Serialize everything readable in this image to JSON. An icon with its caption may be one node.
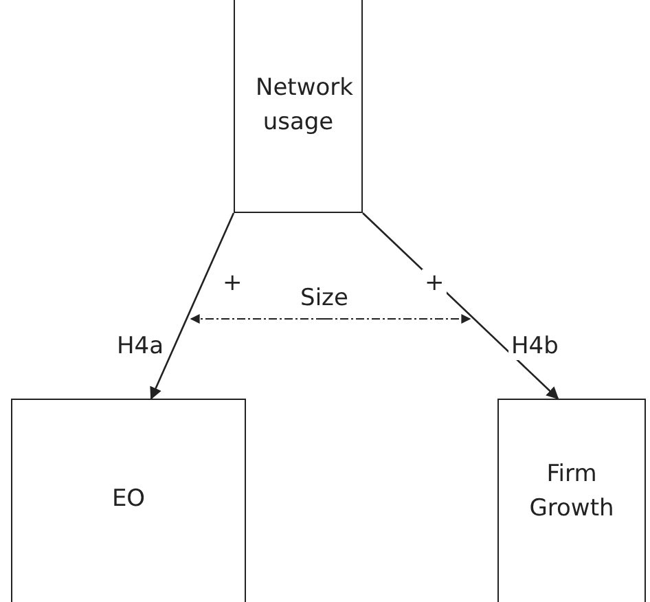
{
  "diagram": {
    "nodes": [
      {
        "text": [
          "Network usage"
        ]
      },
      {
        "text": [
          "EO"
        ]
      },
      {
        "text": [
          "Firm Growth"
        ]
      },
      {
        "text": [
          "Size"
        ]
      }
    ],
    "edges": [
      {
        "from": 0,
        "to": 1,
        "arrow": "to",
        "label": "H4a"
      },
      {
        "from": 0,
        "to": 2,
        "arrow": "to",
        "label": "H4b"
      },
      {
        "from": 3,
        "to": null,
        "arrow": "to",
        "style": "dashed"
      },
      {
        "from": 3,
        "to": null,
        "arrow": "to",
        "style": "dashed"
      }
    ],
    "labels": [
      "+",
      "+"
    ]
  }
}
